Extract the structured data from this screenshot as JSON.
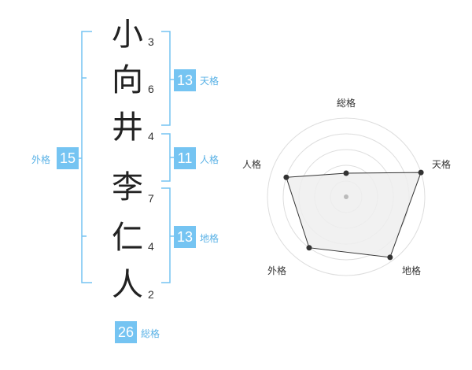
{
  "name_chars": [
    {
      "char": "小",
      "strokes": "3"
    },
    {
      "char": "向",
      "strokes": "6"
    },
    {
      "char": "井",
      "strokes": "4"
    },
    {
      "char": "李",
      "strokes": "7"
    },
    {
      "char": "仁",
      "strokes": "4"
    },
    {
      "char": "人",
      "strokes": "2"
    }
  ],
  "fortunes": {
    "tenkaku": {
      "value": "13",
      "label": "天格"
    },
    "jinkaku": {
      "value": "11",
      "label": "人格"
    },
    "chikaku": {
      "value": "13",
      "label": "地格"
    },
    "gaikaku": {
      "value": "15",
      "label": "外格"
    },
    "soukaku": {
      "value": "26",
      "label": "総格"
    }
  },
  "radar": {
    "axes": [
      "総格",
      "天格",
      "地格",
      "外格",
      "人格"
    ],
    "levels": 5,
    "values": [
      0.3,
      1.0,
      0.95,
      0.8,
      0.8
    ],
    "colors": {
      "ring": "#dddddd",
      "fill": "#efefef",
      "line": "#333333",
      "dot": "#333333",
      "center": "#bbbbbb"
    }
  },
  "colors": {
    "bracket": "#75c4f2",
    "badge": "#75c4f2"
  }
}
